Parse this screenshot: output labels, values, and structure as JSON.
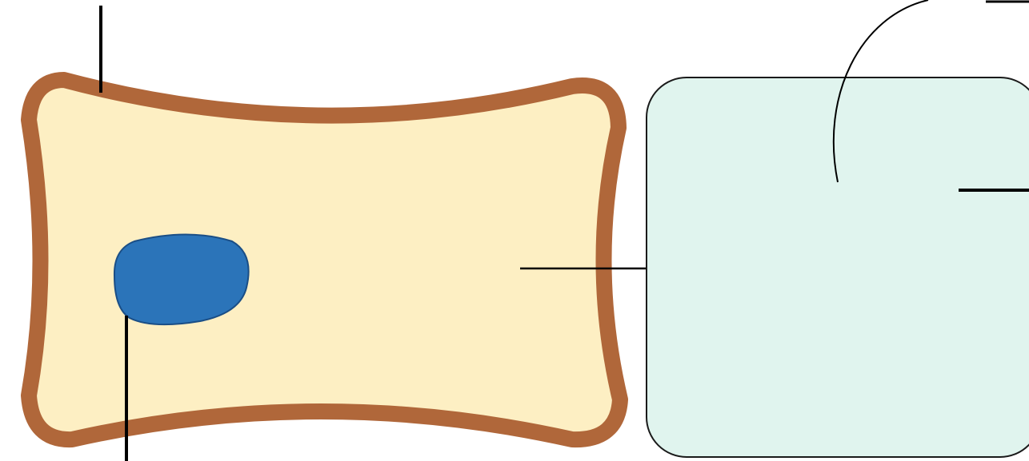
{
  "colors": {
    "background": "#ffffff",
    "cell_wall": "#b0673a",
    "cytoplasm": "#fdefc3",
    "nucleus": "#2b74b9",
    "nucleus_outline": "#1a4e86",
    "zoom_box_fill": "#e0f4ee",
    "zoom_box_stroke": "#1a1a1a",
    "leader_line": "#000000",
    "arrow": "#000000"
  },
  "diagram": {
    "elements": [
      "cell",
      "cell-wall",
      "cytoplasm",
      "nucleus",
      "magnification-arrow",
      "zoom-box"
    ],
    "labels": []
  }
}
